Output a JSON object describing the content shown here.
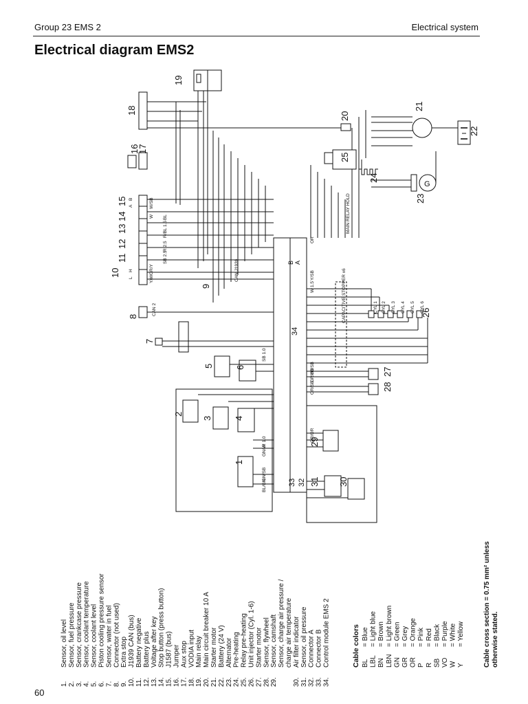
{
  "header": {
    "left": "Group 23 EMS 2",
    "right": "Electrical system"
  },
  "title": "Electrical diagram EMS2",
  "page_number": "60",
  "legend_items": [
    {
      "num": "1.",
      "text": "Sensor, oil level"
    },
    {
      "num": "2.",
      "text": "Sensor, fuel pressure"
    },
    {
      "num": "3.",
      "text": "Sensor, crankcase pressure"
    },
    {
      "num": "4.",
      "text": "Sensor, coolant temperature"
    },
    {
      "num": "5.",
      "text": "Sensor, coolant level"
    },
    {
      "num": "6.",
      "text": "Piston cooling pressure sensor"
    },
    {
      "num": "7.",
      "text": "Sensor, water in fuel"
    },
    {
      "num": "8.",
      "text": "Connector (not used)"
    },
    {
      "num": "9.",
      "text": "Extra stop"
    },
    {
      "num": "10.",
      "text": "J1939 CAN (bus)"
    },
    {
      "num": "11.",
      "text": "Battery negative"
    },
    {
      "num": "12.",
      "text": "Battery plus"
    },
    {
      "num": "13.",
      "text": "Voltage after key"
    },
    {
      "num": "14.",
      "text": "Stop button (press button)"
    },
    {
      "num": "15.",
      "text": "J1587 (bus)"
    },
    {
      "num": "16.",
      "text": "Jumper"
    },
    {
      "num": "17.",
      "text": "Aux stop"
    },
    {
      "num": "18.",
      "text": "VODIA input"
    },
    {
      "num": "19.",
      "text": "Main relay"
    },
    {
      "num": "20.",
      "text": "Main circuit breaker 10 A"
    },
    {
      "num": "21.",
      "text": "Starter motor"
    },
    {
      "num": "22.",
      "text": "Battery (24 V)"
    },
    {
      "num": "23.",
      "text": "Alternator"
    },
    {
      "num": "24.",
      "text": "Pre-heating"
    },
    {
      "num": "25.",
      "text": "Relay pre-heating"
    },
    {
      "num": "26.",
      "text": "Unit injector (Cyl. 1-6)"
    },
    {
      "num": "27.",
      "text": "Starter motor"
    },
    {
      "num": "28.",
      "text": "Sensor, flywheel"
    },
    {
      "num": "29.",
      "text": "Sensor, camshaft"
    },
    {
      "num": "",
      "text": "Sensor, charge air pressure /"
    },
    {
      "num": "",
      "text": "charge air temperature"
    },
    {
      "num": "30.",
      "text": "Air filter indicator"
    },
    {
      "num": "31.",
      "text": "Sensor, oil pressure"
    },
    {
      "num": "32.",
      "text": "Connector A"
    },
    {
      "num": "33.",
      "text": "Connector B"
    },
    {
      "num": "34.",
      "text": "Control module EMS 2"
    }
  ],
  "cable_colors": {
    "heading": "Cable colors",
    "items": [
      {
        "code": "BL",
        "name": "= Blue"
      },
      {
        "code": "LBL",
        "name": "= Light blue"
      },
      {
        "code": "BN",
        "name": "= Brown"
      },
      {
        "code": "LBN",
        "name": "= Light brown"
      },
      {
        "code": "GN",
        "name": "= Green"
      },
      {
        "code": "GR",
        "name": "= Grey"
      },
      {
        "code": "OR",
        "name": "= Orange"
      },
      {
        "code": "P",
        "name": "= Pink"
      },
      {
        "code": "R",
        "name": "= Red"
      },
      {
        "code": "SB",
        "name": "= Black"
      },
      {
        "code": "VO",
        "name": "= Purple"
      },
      {
        "code": "W",
        "name": "= White"
      },
      {
        "code": "Y",
        "name": "= Yellow"
      }
    ],
    "note_line1": "Cable cross section = 0.75 mm² unless",
    "note_line2": "otherwise stated."
  },
  "diagram_labels": {
    "c1": "1",
    "c2": "2",
    "c3": "3",
    "c4": "4",
    "c5": "5",
    "c6": "6",
    "c7": "7",
    "c8": "8",
    "c9": "9",
    "c10": "10",
    "c11": "11",
    "c12": "12",
    "c13": "13",
    "c14": "14",
    "c15": "15",
    "c16": "16",
    "c17": "17",
    "c18": "18",
    "c19": "19",
    "c20": "20",
    "c21": "21",
    "c22": "22",
    "c23": "23",
    "c24": "24",
    "c25": "25",
    "c26": "26",
    "c27": "27",
    "c28": "28",
    "c29": "29",
    "c30": "30",
    "c31": "31",
    "c32": "32",
    "c33": "33",
    "c34": "34",
    "conn_b": "B",
    "conn_a": "A",
    "pin_h": "H",
    "pin_l": "L",
    "main_relay_hold": "MAIN RELAY HOLD",
    "cap_stopper": "CAPACITIVE STOPPER x6",
    "cyl1": "CYL 1",
    "cyl2": "CYL 2",
    "cyl3": "CYL 3",
    "cyl4": "CYL 4",
    "cyl5": "CYL 5",
    "cyl6": "CYL 6",
    "w_sb": "W/SB",
    "w": "W",
    "bl": "BL",
    "r_bl": "R/BL 1.5",
    "r25": "R 2.5",
    "sb25": "SB 2.5",
    "gr_y": "GR/Y",
    "y_w": "Y/W",
    "can1939": "CAN J1939",
    "can2": "CAN 2",
    "sb10": "SB 1.0",
    "r10": "R 1.0",
    "gn_w": "GN/W",
    "ln_sb": "GN/SB",
    "bl_gn": "BL/GN",
    "gr_or": "GR/OR",
    "vo_sb": "VO/SB",
    "gr_sb": "GR/SB",
    "or_sb": "OR/SB",
    "w15": "W 1.5",
    "ysb": "Y/SB",
    "or": "OR"
  }
}
